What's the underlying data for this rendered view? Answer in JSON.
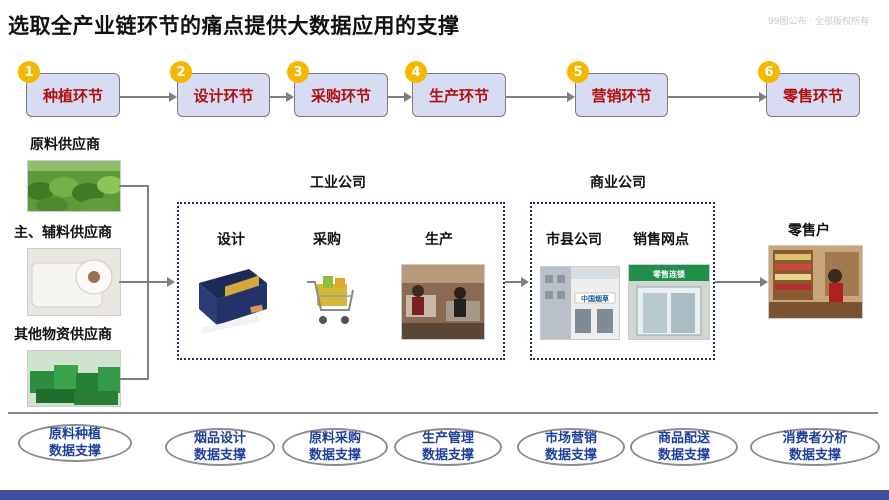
{
  "title": "选取全产业链环节的痛点提供大数据应用的支撑",
  "watermark": "99图公布 · 全部版权所有",
  "stages": [
    {
      "num": "1",
      "label": "种植环节"
    },
    {
      "num": "2",
      "label": "设计环节"
    },
    {
      "num": "3",
      "label": "采购环节"
    },
    {
      "num": "4",
      "label": "生产环节"
    },
    {
      "num": "5",
      "label": "营销环节"
    },
    {
      "num": "6",
      "label": "零售环节"
    }
  ],
  "suppliers": [
    "原料供应商",
    "主、辅料供应商",
    "其他物资供应商"
  ],
  "industrial": {
    "title": "工业公司",
    "items": [
      "设计",
      "采购",
      "生产"
    ]
  },
  "commercial": {
    "title": "商业公司",
    "items": [
      "市县公司",
      "销售网点"
    ]
  },
  "retail": {
    "title": "零售户"
  },
  "photo_text": {
    "bank": "中国烟草",
    "shop": "零售连锁"
  },
  "support": [
    {
      "line1": "原料种植",
      "line2": "数据支撑"
    },
    {
      "line1": "烟品设计",
      "line2": "数据支撑"
    },
    {
      "line1": "原料采购",
      "line2": "数据支撑"
    },
    {
      "line1": "生产管理",
      "line2": "数据支撑"
    },
    {
      "line1": "市场营销",
      "line2": "数据支撑"
    },
    {
      "line1": "商品配送",
      "line2": "数据支撑"
    },
    {
      "line1": "消费者分析",
      "line2": "数据支撑"
    }
  ],
  "colors": {
    "stage_bg": "#d8dcf2",
    "stage_text": "#b01010",
    "badge": "#f5b800",
    "oval_text": "#1f3f99",
    "dash": "#1f2d6b"
  }
}
